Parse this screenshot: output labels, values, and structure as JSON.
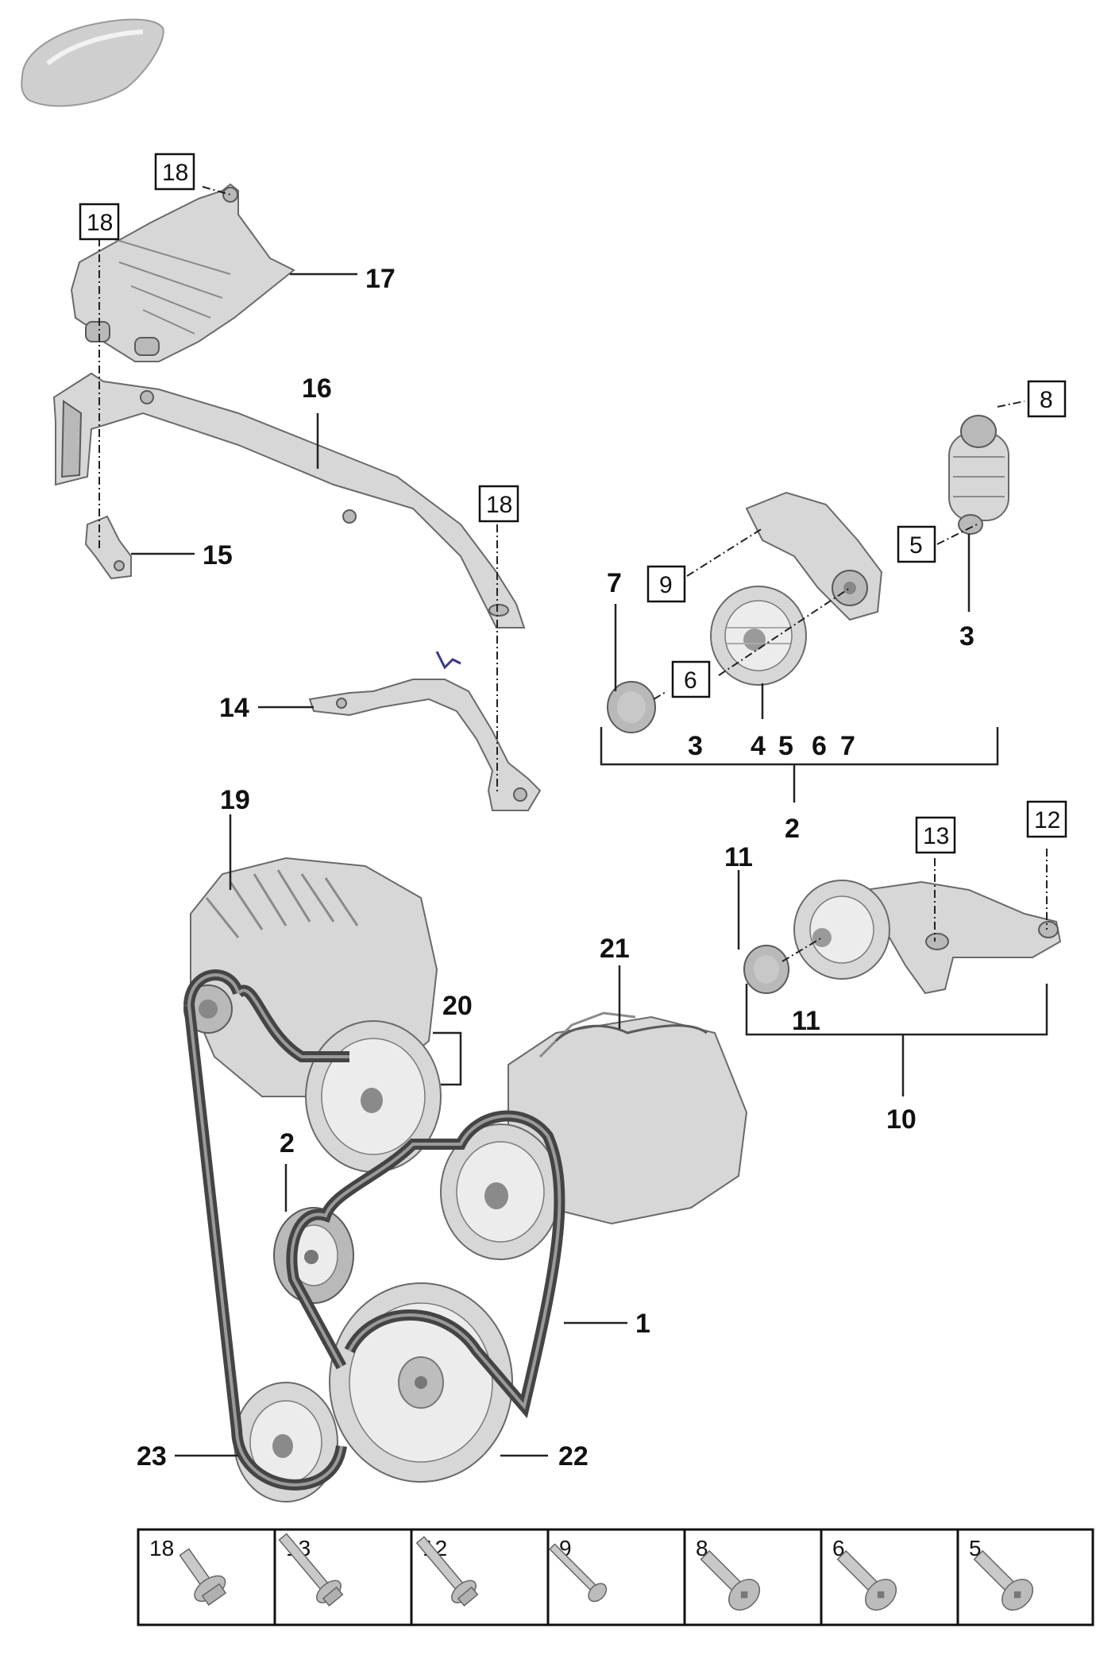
{
  "callouts": {
    "c1": "1",
    "c2_belt": "2",
    "c2_group": "2",
    "c3_group": "3",
    "c3_side": "3",
    "c4": "4",
    "c5_group": "5",
    "c6_group": "6",
    "c7_group": "7",
    "c7_side": "7",
    "c10": "10",
    "c11_top": "11",
    "c11_group": "11",
    "c14": "14",
    "c15": "15",
    "c16": "16",
    "c17": "17",
    "c19": "19",
    "c20": "20",
    "c21": "21",
    "c22": "22",
    "c23": "23"
  },
  "boxed": {
    "b18_a": "18",
    "b18_b": "18",
    "b18_c": "18",
    "b8": "8",
    "b5": "5",
    "b9": "9",
    "b6": "6",
    "b13": "13",
    "b12": "12"
  },
  "fastener_table": [
    {
      "num": "18",
      "icon": "bolt-flange-icon"
    },
    {
      "num": "13",
      "icon": "bolt-long-icon"
    },
    {
      "num": "12",
      "icon": "bolt-flange-icon"
    },
    {
      "num": "9",
      "icon": "bolt-thin-icon"
    },
    {
      "num": "8",
      "icon": "bolt-torx-icon"
    },
    {
      "num": "6",
      "icon": "bolt-torx-icon"
    },
    {
      "num": "5",
      "icon": "bolt-torx-icon"
    }
  ],
  "icons": {
    "car_thumbnail": "car-silhouette-icon"
  },
  "colors": {
    "part_fill": "#d7d7d7",
    "line": "#222222"
  }
}
